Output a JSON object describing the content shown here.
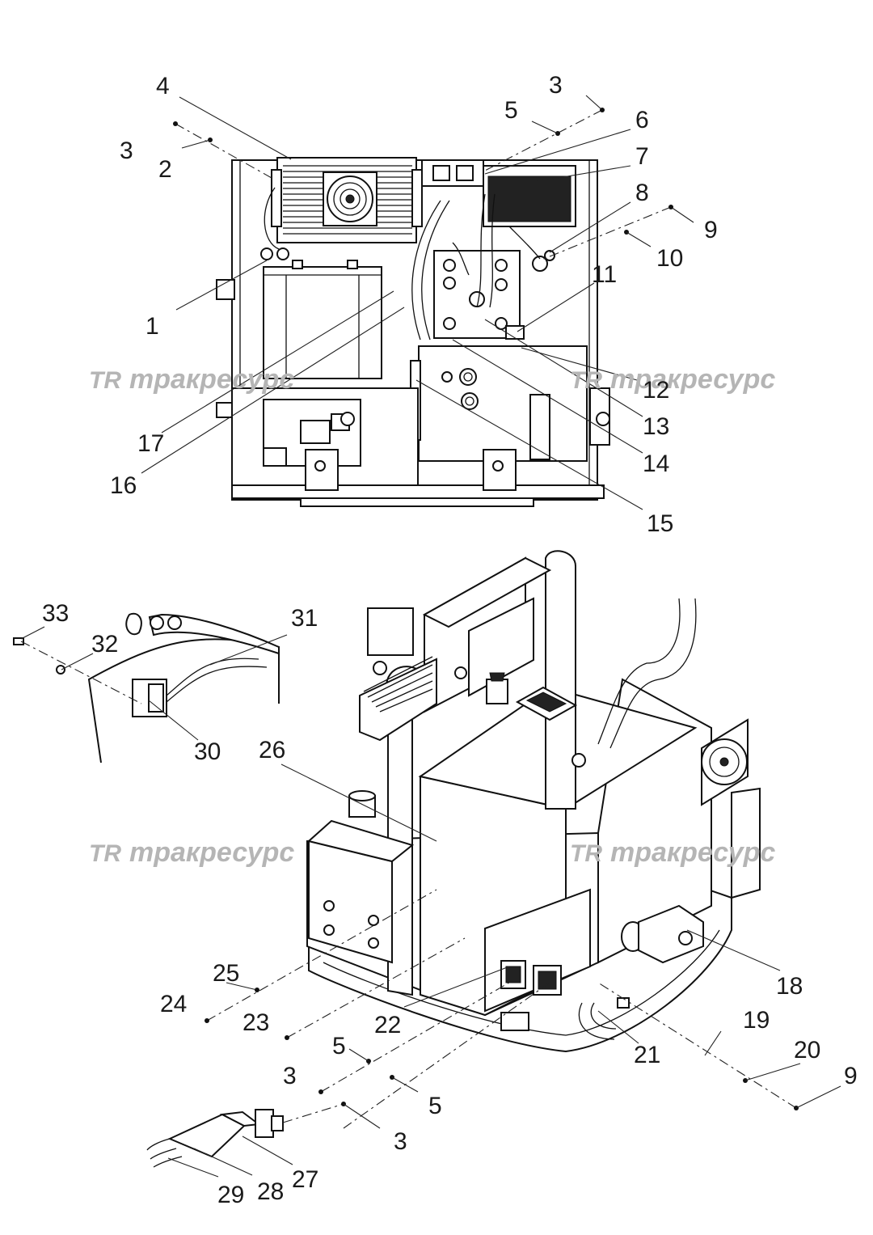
{
  "watermarks": [
    {
      "logo": "TR",
      "text": "тракресурс"
    },
    {
      "logo": "TR",
      "text": "тракресурс"
    },
    {
      "logo": "TR",
      "text": "тракресурс"
    },
    {
      "logo": "TR",
      "text": "тракресурс"
    }
  ],
  "callouts": [
    "4",
    "3",
    "3",
    "2",
    "5",
    "6",
    "7",
    "8",
    "9",
    "10",
    "11",
    "1",
    "12",
    "13",
    "14",
    "15",
    "16",
    "17",
    "33",
    "32",
    "31",
    "30",
    "26",
    "18",
    "25",
    "24",
    "23",
    "22",
    "19",
    "20",
    "21",
    "9",
    "5",
    "3",
    "5",
    "3",
    "27",
    "28",
    "29"
  ]
}
